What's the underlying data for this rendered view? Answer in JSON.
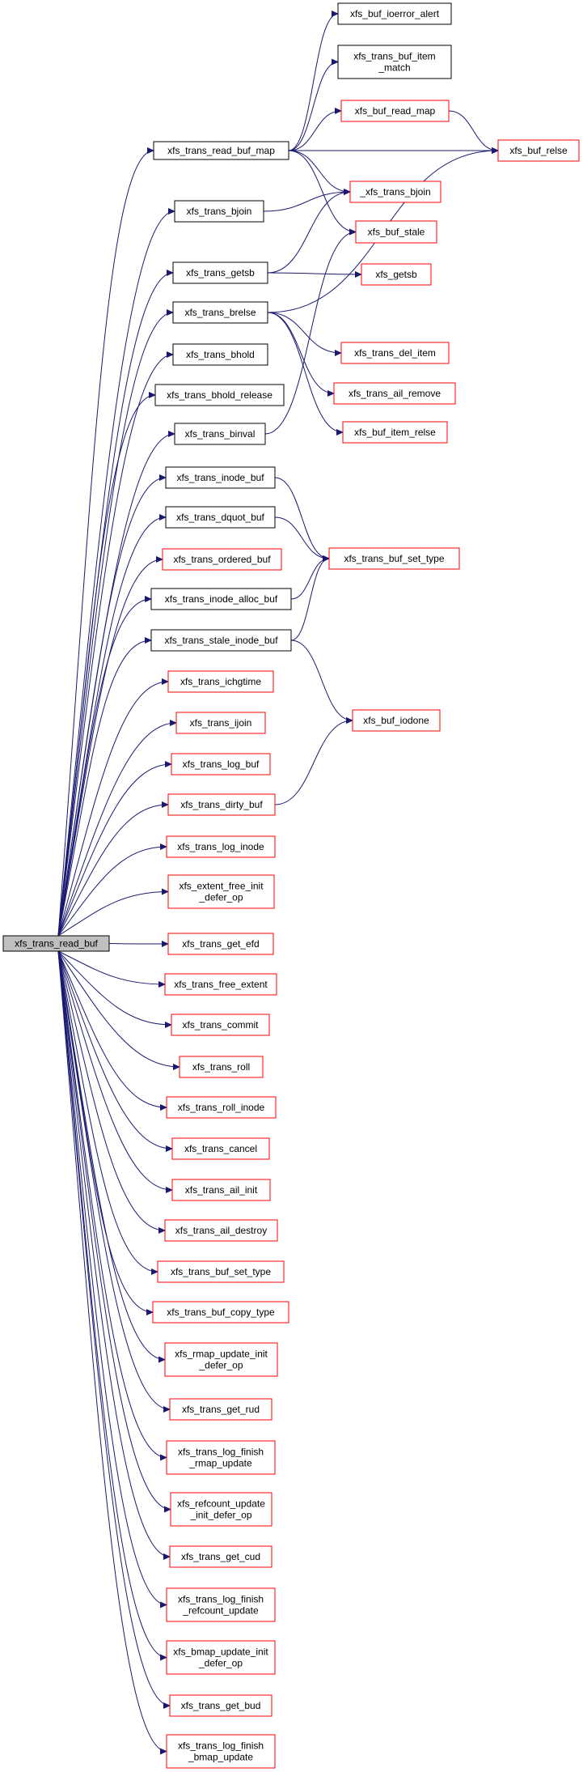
{
  "colors": {
    "edge": "#191970",
    "border_black": "#000000",
    "border_red": "#ff0000",
    "root_fill": "#bfbfbf",
    "node_fill": "#ffffff"
  },
  "nodes": {
    "root": {
      "lines": [
        "xfs_trans_read_buf"
      ],
      "border": "root"
    },
    "ioerror_alert": {
      "lines": [
        "xfs_buf_ioerror_alert"
      ],
      "border": "black"
    },
    "buf_item_match": {
      "lines": [
        "xfs_trans_buf_item",
        "_match"
      ],
      "border": "black"
    },
    "buf_read_map": {
      "lines": [
        "xfs_buf_read_map"
      ],
      "border": "red"
    },
    "read_buf_map": {
      "lines": [
        "xfs_trans_read_buf_map"
      ],
      "border": "black"
    },
    "buf_relse": {
      "lines": [
        "xfs_buf_relse"
      ],
      "border": "red"
    },
    "bjoin": {
      "lines": [
        "xfs_trans_bjoin"
      ],
      "border": "black"
    },
    "_bjoin": {
      "lines": [
        "_xfs_trans_bjoin"
      ],
      "border": "red"
    },
    "buf_stale": {
      "lines": [
        "xfs_buf_stale"
      ],
      "border": "red"
    },
    "getsb": {
      "lines": [
        "xfs_trans_getsb"
      ],
      "border": "black"
    },
    "xfs_getsb": {
      "lines": [
        "xfs_getsb"
      ],
      "border": "red"
    },
    "brelse": {
      "lines": [
        "xfs_trans_brelse"
      ],
      "border": "black"
    },
    "del_item": {
      "lines": [
        "xfs_trans_del_item"
      ],
      "border": "red"
    },
    "bhold": {
      "lines": [
        "xfs_trans_bhold"
      ],
      "border": "black"
    },
    "bhold_release": {
      "lines": [
        "xfs_trans_bhold_release"
      ],
      "border": "black"
    },
    "ail_remove": {
      "lines": [
        "xfs_trans_ail_remove"
      ],
      "border": "red"
    },
    "binval": {
      "lines": [
        "xfs_trans_binval"
      ],
      "border": "black"
    },
    "buf_item_relse": {
      "lines": [
        "xfs_buf_item_relse"
      ],
      "border": "red"
    },
    "inode_buf": {
      "lines": [
        "xfs_trans_inode_buf"
      ],
      "border": "black"
    },
    "dquot_buf": {
      "lines": [
        "xfs_trans_dquot_buf"
      ],
      "border": "black"
    },
    "buf_set_type_top": {
      "lines": [
        "xfs_trans_buf_set_type"
      ],
      "border": "red"
    },
    "ordered_buf": {
      "lines": [
        "xfs_trans_ordered_buf"
      ],
      "border": "red"
    },
    "inode_alloc_buf": {
      "lines": [
        "xfs_trans_inode_alloc_buf"
      ],
      "border": "black"
    },
    "stale_inode_buf": {
      "lines": [
        "xfs_trans_stale_inode_buf"
      ],
      "border": "black"
    },
    "ichgtime": {
      "lines": [
        "xfs_trans_ichgtime"
      ],
      "border": "red"
    },
    "buf_iodone": {
      "lines": [
        "xfs_buf_iodone"
      ],
      "border": "red"
    },
    "ijoin": {
      "lines": [
        "xfs_trans_ijoin"
      ],
      "border": "red"
    },
    "log_buf": {
      "lines": [
        "xfs_trans_log_buf"
      ],
      "border": "red"
    },
    "dirty_buf": {
      "lines": [
        "xfs_trans_dirty_buf"
      ],
      "border": "red"
    },
    "log_inode": {
      "lines": [
        "xfs_trans_log_inode"
      ],
      "border": "red"
    },
    "extent_free_init": {
      "lines": [
        "xfs_extent_free_init",
        "_defer_op"
      ],
      "border": "red"
    },
    "get_efd": {
      "lines": [
        "xfs_trans_get_efd"
      ],
      "border": "red"
    },
    "free_extent": {
      "lines": [
        "xfs_trans_free_extent"
      ],
      "border": "red"
    },
    "commit": {
      "lines": [
        "xfs_trans_commit"
      ],
      "border": "red"
    },
    "roll": {
      "lines": [
        "xfs_trans_roll"
      ],
      "border": "red"
    },
    "roll_inode": {
      "lines": [
        "xfs_trans_roll_inode"
      ],
      "border": "red"
    },
    "cancel": {
      "lines": [
        "xfs_trans_cancel"
      ],
      "border": "red"
    },
    "ail_init": {
      "lines": [
        "xfs_trans_ail_init"
      ],
      "border": "red"
    },
    "ail_destroy": {
      "lines": [
        "xfs_trans_ail_destroy"
      ],
      "border": "red"
    },
    "buf_set_type": {
      "lines": [
        "xfs_trans_buf_set_type"
      ],
      "border": "red"
    },
    "buf_copy_type": {
      "lines": [
        "xfs_trans_buf_copy_type"
      ],
      "border": "red"
    },
    "rmap_update_init": {
      "lines": [
        "xfs_rmap_update_init",
        "_defer_op"
      ],
      "border": "red"
    },
    "get_rud": {
      "lines": [
        "xfs_trans_get_rud"
      ],
      "border": "red"
    },
    "log_finish_rmap": {
      "lines": [
        "xfs_trans_log_finish",
        "_rmap_update"
      ],
      "border": "red"
    },
    "refcount_update_init": {
      "lines": [
        "xfs_refcount_update",
        "_init_defer_op"
      ],
      "border": "red"
    },
    "get_cud": {
      "lines": [
        "xfs_trans_get_cud"
      ],
      "border": "red"
    },
    "log_finish_refcount": {
      "lines": [
        "xfs_trans_log_finish",
        "_refcount_update"
      ],
      "border": "red"
    },
    "bmap_update_init": {
      "lines": [
        "xfs_bmap_update_init",
        "_defer_op"
      ],
      "border": "red"
    },
    "get_bud": {
      "lines": [
        "xfs_trans_get_bud"
      ],
      "border": "red"
    },
    "log_finish_bmap": {
      "lines": [
        "xfs_trans_log_finish",
        "_bmap_update"
      ],
      "border": "red"
    }
  },
  "edges": [
    [
      "root",
      "read_buf_map"
    ],
    [
      "root",
      "bjoin"
    ],
    [
      "root",
      "getsb"
    ],
    [
      "root",
      "brelse"
    ],
    [
      "root",
      "bhold"
    ],
    [
      "root",
      "bhold_release"
    ],
    [
      "root",
      "binval"
    ],
    [
      "root",
      "inode_buf"
    ],
    [
      "root",
      "dquot_buf"
    ],
    [
      "root",
      "ordered_buf"
    ],
    [
      "root",
      "inode_alloc_buf"
    ],
    [
      "root",
      "stale_inode_buf"
    ],
    [
      "root",
      "ichgtime"
    ],
    [
      "root",
      "ijoin"
    ],
    [
      "root",
      "log_buf"
    ],
    [
      "root",
      "dirty_buf"
    ],
    [
      "root",
      "log_inode"
    ],
    [
      "root",
      "extent_free_init"
    ],
    [
      "root",
      "get_efd"
    ],
    [
      "root",
      "free_extent"
    ],
    [
      "root",
      "commit"
    ],
    [
      "root",
      "roll"
    ],
    [
      "root",
      "roll_inode"
    ],
    [
      "root",
      "cancel"
    ],
    [
      "root",
      "ail_init"
    ],
    [
      "root",
      "ail_destroy"
    ],
    [
      "root",
      "buf_set_type"
    ],
    [
      "root",
      "buf_copy_type"
    ],
    [
      "root",
      "rmap_update_init"
    ],
    [
      "root",
      "get_rud"
    ],
    [
      "root",
      "log_finish_rmap"
    ],
    [
      "root",
      "refcount_update_init"
    ],
    [
      "root",
      "get_cud"
    ],
    [
      "root",
      "log_finish_refcount"
    ],
    [
      "root",
      "bmap_update_init"
    ],
    [
      "root",
      "get_bud"
    ],
    [
      "root",
      "log_finish_bmap"
    ],
    [
      "read_buf_map",
      "ioerror_alert"
    ],
    [
      "read_buf_map",
      "buf_item_match"
    ],
    [
      "read_buf_map",
      "buf_read_map"
    ],
    [
      "read_buf_map",
      "buf_relse"
    ],
    [
      "read_buf_map",
      "_bjoin"
    ],
    [
      "read_buf_map",
      "buf_stale"
    ],
    [
      "buf_read_map",
      "buf_relse"
    ],
    [
      "bjoin",
      "_bjoin"
    ],
    [
      "getsb",
      "_bjoin"
    ],
    [
      "getsb",
      "xfs_getsb"
    ],
    [
      "brelse",
      "buf_relse"
    ],
    [
      "brelse",
      "del_item"
    ],
    [
      "brelse",
      "ail_remove"
    ],
    [
      "brelse",
      "buf_item_relse"
    ],
    [
      "binval",
      "buf_stale"
    ],
    [
      "inode_buf",
      "buf_set_type_top"
    ],
    [
      "dquot_buf",
      "buf_set_type_top"
    ],
    [
      "inode_alloc_buf",
      "buf_set_type_top"
    ],
    [
      "stale_inode_buf",
      "buf_set_type_top"
    ],
    [
      "stale_inode_buf",
      "buf_iodone"
    ],
    [
      "dirty_buf",
      "buf_iodone"
    ]
  ]
}
